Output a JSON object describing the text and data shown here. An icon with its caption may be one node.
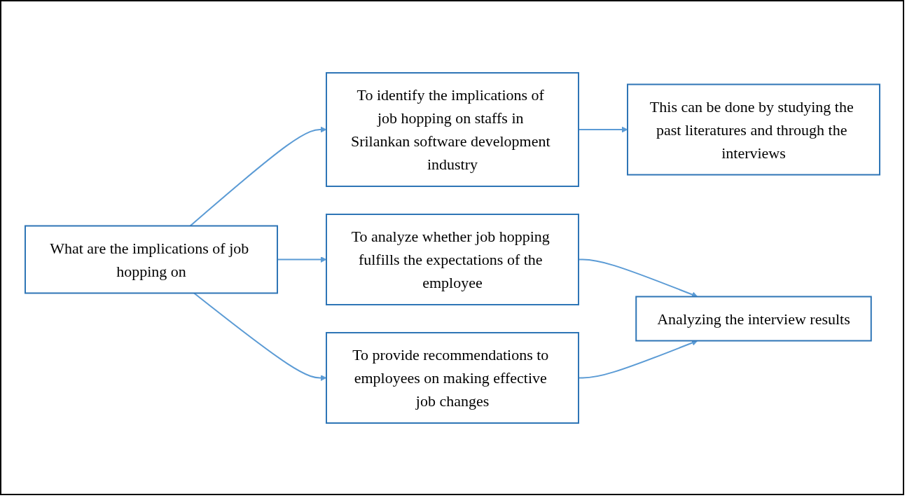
{
  "diagram": {
    "nodes": [
      {
        "text": [
          "What are the implications of job hopping on"
        ]
      },
      {
        "text": [
          "To identify the implications of job hopping on staffs in Srilankan software development industry"
        ]
      },
      {
        "text": [
          "This can be done by studying the past literatures and through the interviews"
        ]
      },
      {
        "text": [
          "To analyze whether job hopping fulfills the expectations of the employee"
        ]
      },
      {
        "text": [
          "Analyzing the interview results"
        ]
      },
      {
        "text": [
          "To provide recommendations to employees on making effective job changes"
        ]
      }
    ],
    "edges": [
      {
        "from": 0,
        "to": 1,
        "arrow": "to"
      },
      {
        "from": 0,
        "to": 3,
        "arrow": "to"
      },
      {
        "from": 0,
        "to": 5,
        "arrow": "to"
      },
      {
        "from": 1,
        "to": 2,
        "arrow": "to"
      },
      {
        "from": 3,
        "to": 4,
        "arrow": "to"
      },
      {
        "from": 5,
        "to": 4,
        "arrow": "to"
      }
    ]
  }
}
